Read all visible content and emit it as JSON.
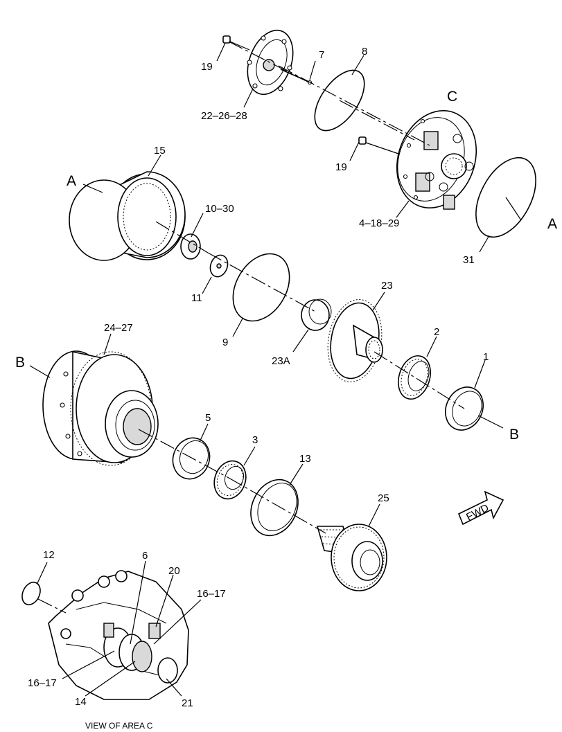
{
  "callouts": {
    "c1": "1",
    "c2": "2",
    "c3": "3",
    "c5": "5",
    "c6": "6",
    "c7": "7",
    "c8": "8",
    "c9": "9",
    "c10_30": "10–30",
    "c11": "11",
    "c12": "12",
    "c13": "13",
    "c14": "14",
    "c15": "15",
    "c16_17a": "16–17",
    "c16_17b": "16–17",
    "c19a": "19",
    "c19b": "19",
    "c20": "20",
    "c21": "21",
    "c22_26_28": "22–26–28",
    "c23": "23",
    "c23a": "23A",
    "c24_27": "24–27",
    "c25": "25",
    "c31": "31",
    "c4_18_29": "4–18–29"
  },
  "refs": {
    "a_left": "A",
    "a_right": "A",
    "b_left": "B",
    "b_right": "B",
    "c_top": "C"
  },
  "fwd_label": "FWD",
  "caption": "VIEW OF AREA  C"
}
